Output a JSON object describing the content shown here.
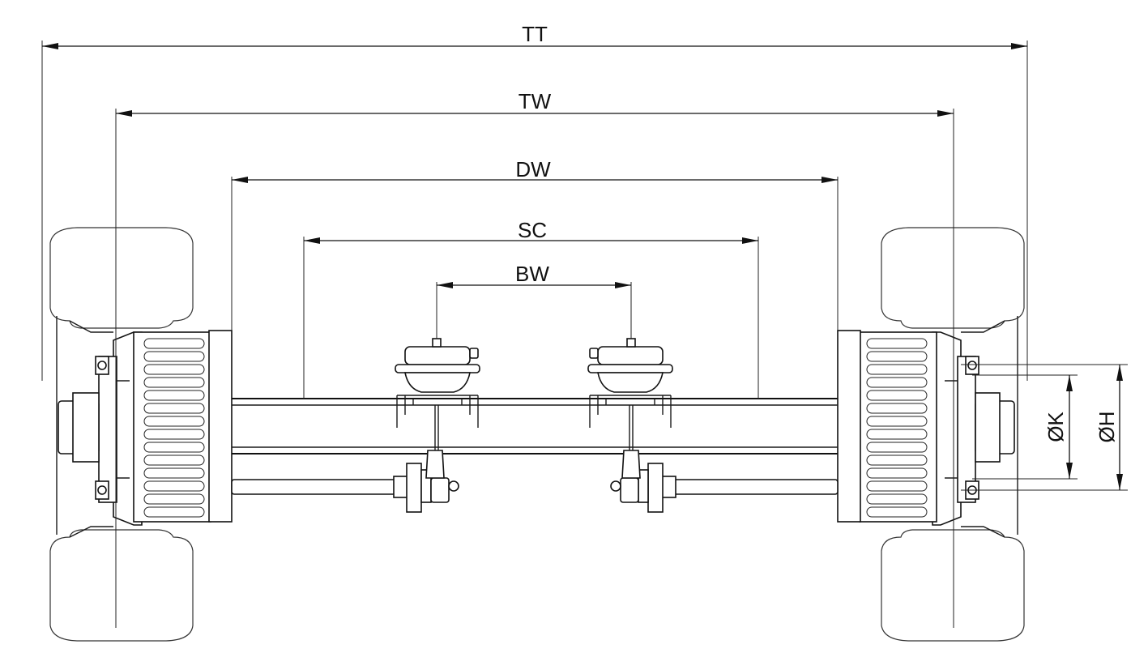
{
  "dimensions": {
    "tt": "TT",
    "tw": "TW",
    "dw": "DW",
    "sc": "SC",
    "bw": "BW",
    "k": "ØK",
    "h": "ØH"
  },
  "colors": {
    "line": "#111111",
    "background": "#ffffff"
  }
}
